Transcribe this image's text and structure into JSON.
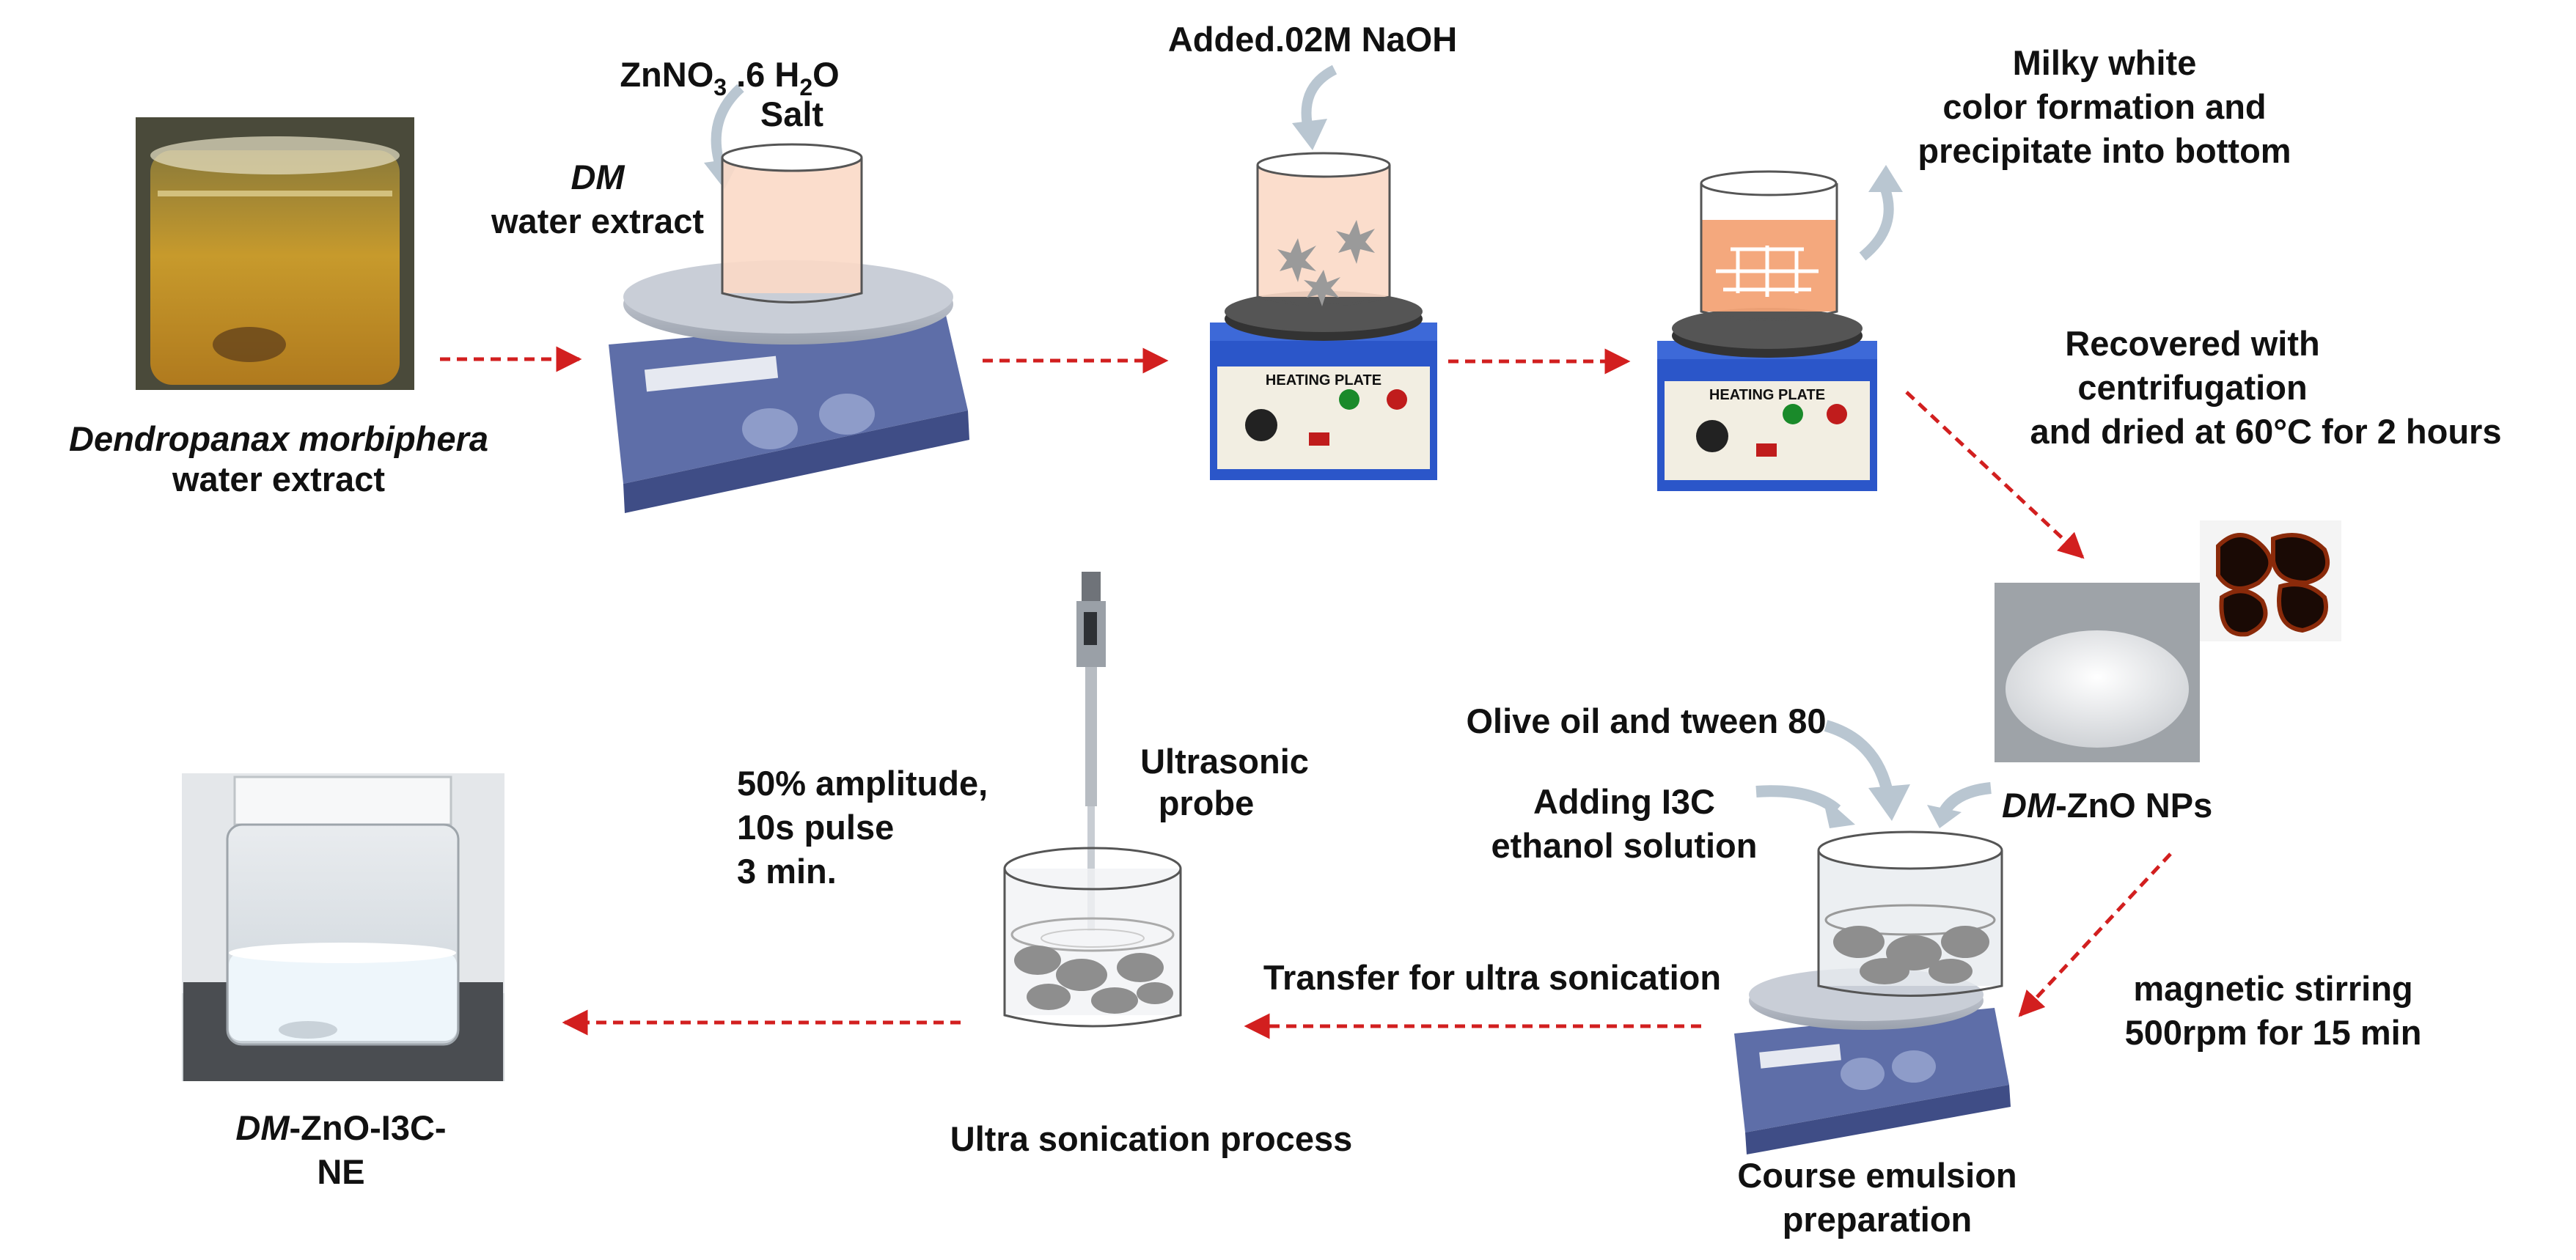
{
  "colors": {
    "arrow_red": "#d21f1f",
    "curved_arrow": "#b9c6d1",
    "heating_plate_blue": "#2b56c9",
    "stirrer_body": "#5e6ea8",
    "solution_peach": "#fbd9c6",
    "precipitate_orange": "#f3a376"
  },
  "step1": {
    "species_italic": "Dendropanax morbiphera",
    "species_suffix": "water extract"
  },
  "step2": {
    "salt_formula": "ZnNO",
    "salt_sub1": "3",
    "salt_mid": " .6 H",
    "salt_sub2": "2",
    "salt_end": "O",
    "salt_word": "Salt",
    "dm_italic": "DM",
    "dm_suffix": "water extract",
    "device_icon": "magnetic-stirrer-icon"
  },
  "step3": {
    "added_label": "Added.02M NaOH",
    "plate_label": "HEATING PLATE",
    "device_icon": "heating-plate-icon"
  },
  "step4": {
    "line1": "Milky white",
    "line2": "color formation and",
    "line3": "precipitate into bottom",
    "plate_label": "HEATING PLATE"
  },
  "step5": {
    "line1": "Recovered with",
    "line2": "centrifugation",
    "line3": "and dried at 60°C for 2 hours"
  },
  "step6": {
    "olive": "Olive oil and tween 80",
    "i3c_line1": "Adding I3C",
    "i3c_line2": "ethanol solution",
    "nps_italic": "DM",
    "nps_suffix": "-ZnO NPs",
    "stir_line1": "magnetic stirring",
    "stir_line2": "500rpm for 15 min",
    "caption_line1": "Course emulsion",
    "caption_line2": "preparation"
  },
  "step7": {
    "transfer": "Transfer for ultra sonication",
    "amp_line1": "50% amplitude,",
    "amp_line2": "10s pulse",
    "amp_line3": "3 min.",
    "probe_line1": "Ultrasonic",
    "probe_line2": "probe",
    "caption": "Ultra sonication process"
  },
  "step8": {
    "product_italic": "DM",
    "product_suffix": "-ZnO-I3C-",
    "product_line2": "NE"
  }
}
